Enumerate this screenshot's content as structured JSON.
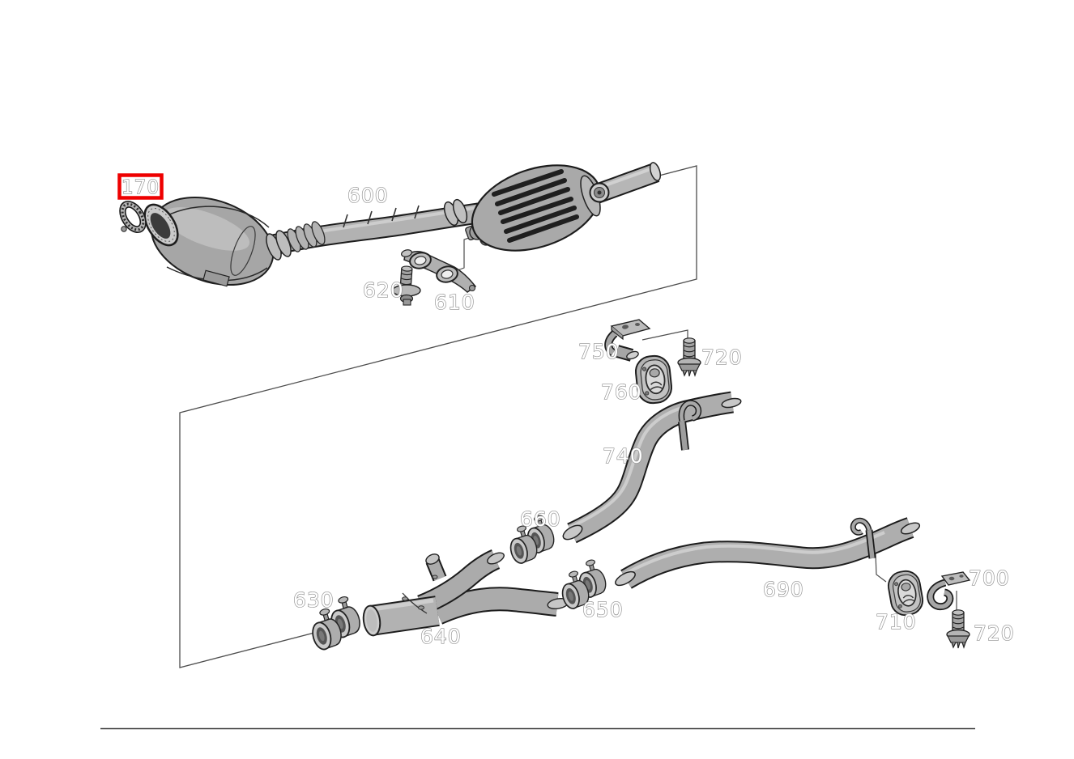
{
  "figure": {
    "kind": "exploded-parts-diagram",
    "highlighted_callout": "170"
  },
  "callouts": [
    {
      "label": "170",
      "part": "seal-ring-gasket",
      "highlighted": true
    },
    {
      "label": "600",
      "part": "front-exhaust-catalyst-assembly",
      "highlighted": false
    },
    {
      "label": "620",
      "part": "mounting-bolt",
      "highlighted": false
    },
    {
      "label": "610",
      "part": "support-bracket",
      "highlighted": false
    },
    {
      "label": "750",
      "part": "hanger-bracket",
      "highlighted": false
    },
    {
      "label": "720",
      "part": "expansion-bolt",
      "highlighted": false
    },
    {
      "label": "760",
      "part": "rubber-mount",
      "highlighted": false
    },
    {
      "label": "740",
      "part": "s-shaped-exhaust-pipe",
      "highlighted": false
    },
    {
      "label": "660",
      "part": "clamp-pair",
      "highlighted": false
    },
    {
      "label": "630",
      "part": "clamp-pair",
      "highlighted": false
    },
    {
      "label": "640",
      "part": "y-pipe",
      "highlighted": false
    },
    {
      "label": "650",
      "part": "clamp-pair",
      "highlighted": false
    },
    {
      "label": "690",
      "part": "rear-exhaust-pipe",
      "highlighted": false
    },
    {
      "label": "700",
      "part": "hanger-bracket",
      "highlighted": false
    },
    {
      "label": "710",
      "part": "rubber-mount",
      "highlighted": false
    },
    {
      "label": "720",
      "part": "expansion-bolt",
      "highlighted": false
    }
  ],
  "colors": {
    "background": "#ffffff",
    "highlight_box": "#ee0000",
    "label_fill": "#ffffff",
    "label_outline": "#8e8e8e",
    "construction_line": "#4d4d4d",
    "part_fill": "#ababab",
    "part_outline": "#1c1c1c",
    "separator_line": "#3a3a3a"
  }
}
